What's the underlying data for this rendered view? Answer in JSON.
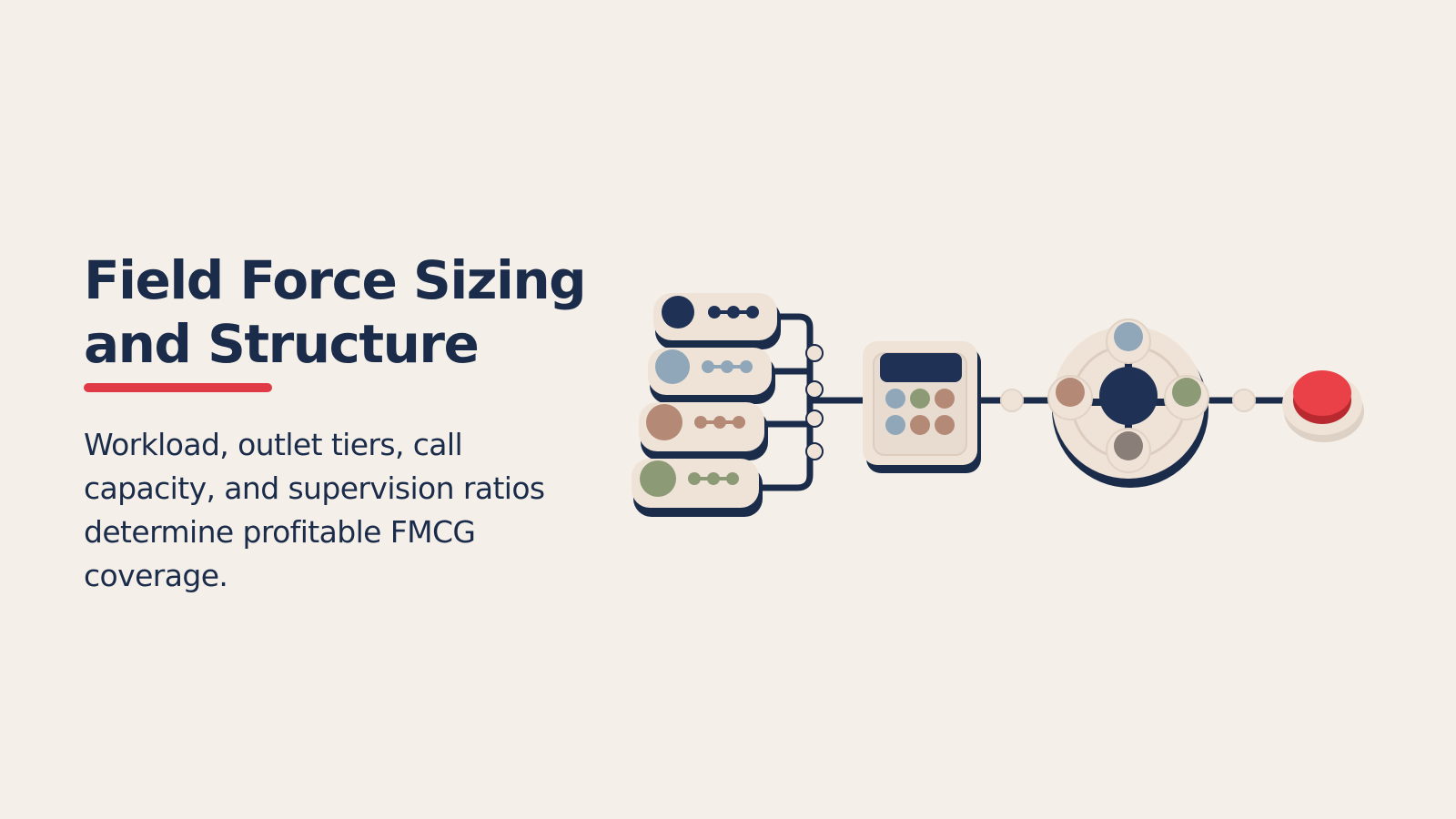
{
  "slide": {
    "title_line1": "Field Force Sizing",
    "title_line2": "and Structure",
    "subtitle": "Workload, outlet tiers, call capacity, and supervision ratios determine profitable FMCG coverage.",
    "colors": {
      "background": "#f4f0e9",
      "navy": "#1b2b4a",
      "accent_red": "#df3a45",
      "cream": "#ede1d6",
      "blue_grey": "#8fa7b8",
      "brown": "#b48a77",
      "olive": "#8c9a76",
      "taupe": "#8a7f78"
    }
  },
  "diagram": {
    "icons": [
      "input-tiles-icon",
      "calculator-icon",
      "hub-network-icon",
      "red-button-icon"
    ]
  }
}
